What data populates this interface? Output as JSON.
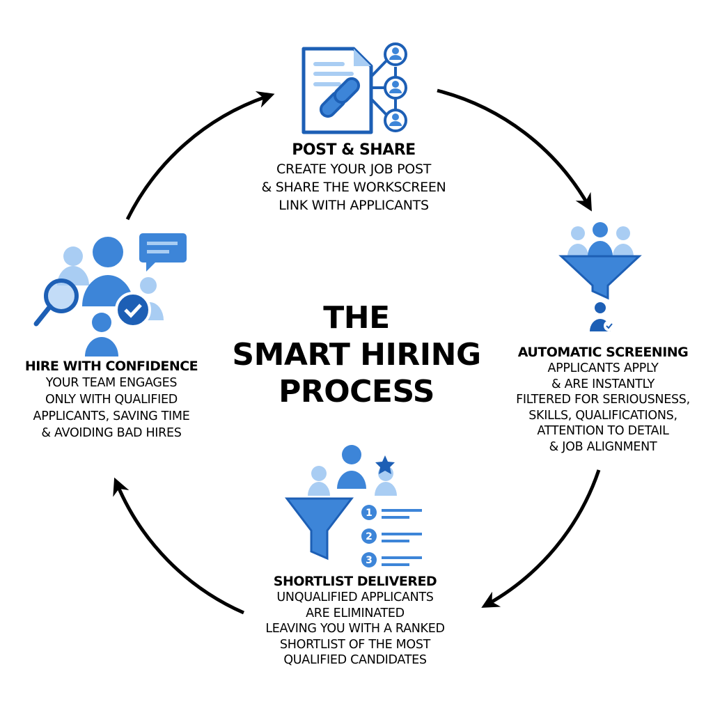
{
  "colors": {
    "dark": "#1d5fb5",
    "mid": "#3d85d8",
    "light": "#a9cdf3",
    "arrow": "#000000"
  },
  "center_title": {
    "lines": [
      "THE",
      "SMART HIRING",
      "PROCESS"
    ]
  },
  "steps": [
    {
      "icon": "document-link-share-icon",
      "title": "POST & SHARE",
      "lines": [
        "CREATE YOUR JOB POST",
        "& SHARE THE WORKSCREEN",
        "LINK WITH APPLICANTS"
      ]
    },
    {
      "icon": "funnel-people-icon",
      "title": "AUTOMATIC SCREENING",
      "lines": [
        "APPLICANTS APPLY",
        "& ARE INSTANTLY",
        "FILTERED FOR SERIOUSNESS,",
        "SKILLS, QUALIFICATIONS,",
        "ATTENTION TO DETAIL",
        "& JOB ALIGNMENT"
      ]
    },
    {
      "icon": "funnel-ranked-list-icon",
      "title": "SHORTLIST DELIVERED",
      "lines": [
        "UNQUALIFIED APPLICANTS",
        "ARE ELIMINATED",
        "LEAVING YOU WITH A RANKED",
        "SHORTLIST OF THE MOST",
        "QUALIFIED CANDIDATES"
      ],
      "ranks": [
        "1",
        "2",
        "3"
      ]
    },
    {
      "icon": "team-check-icon",
      "title": "HIRE WITH CONFIDENCE",
      "lines": [
        "YOUR TEAM ENGAGES",
        "ONLY WITH QUALIFIED",
        "APPLICANTS, SAVING TIME",
        "& AVOIDING BAD HIRES"
      ]
    }
  ]
}
